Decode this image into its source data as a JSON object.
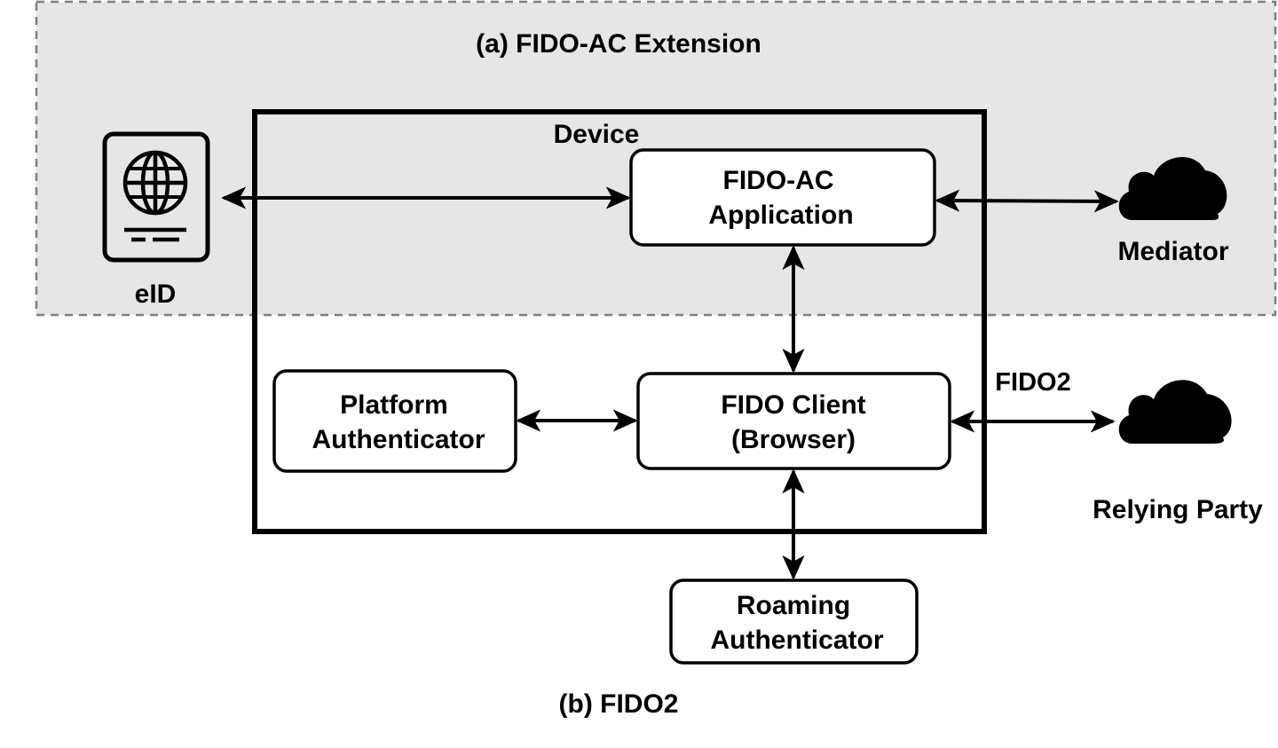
{
  "captions": {
    "extension": "(a) FIDO-AC Extension",
    "fido2": "(b) FIDO2"
  },
  "device": {
    "label": "Device"
  },
  "boxes": {
    "fido_ac_app": [
      "FIDO-AC",
      "Application"
    ],
    "fido_client": [
      "FIDO Client",
      "(Browser)"
    ],
    "platform_auth": [
      "Platform",
      "Authenticator"
    ],
    "roaming_auth": [
      "Roaming",
      "Authenticator"
    ]
  },
  "external": {
    "eid": "eID",
    "mediator": "Mediator",
    "relying_party": "Relying Party"
  },
  "edges": {
    "client_to_rp": "FIDO2"
  },
  "icons": {
    "eid": "passport-icon",
    "mediator": "cloud-icon",
    "relying_party": "cloud-icon"
  },
  "colors": {
    "extension_region_fill": "#e6e6e6",
    "extension_region_border": "#7f7f7f",
    "stroke": "#000000"
  }
}
